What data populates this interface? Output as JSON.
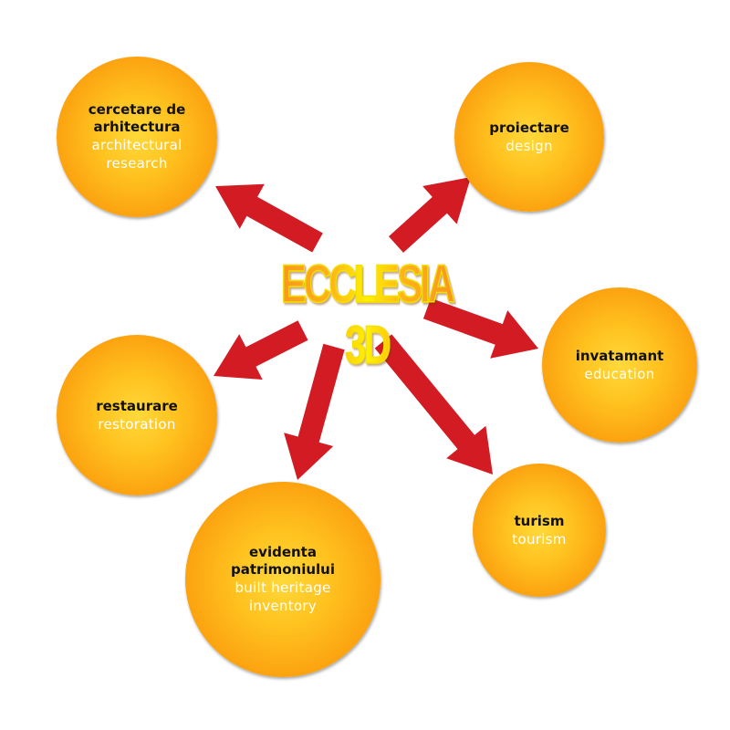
{
  "title": "ECCLESIA 3D",
  "colors": {
    "arrow": "#d21b23",
    "circle": "#fba40f",
    "title": "#ffb21a"
  },
  "nodes": [
    {
      "id": "research",
      "ro": "cercetare de arhitectura",
      "en": "architectural research"
    },
    {
      "id": "design",
      "ro": "proiectare",
      "en": "design"
    },
    {
      "id": "education",
      "ro": "invatamant",
      "en": "education"
    },
    {
      "id": "restoration",
      "ro": "restaurare",
      "en": "restoration"
    },
    {
      "id": "inventory",
      "ro": "evidenta patrimoniului",
      "en": "built heritage inventory"
    },
    {
      "id": "tourism",
      "ro": "turism",
      "en": "tourism"
    }
  ]
}
